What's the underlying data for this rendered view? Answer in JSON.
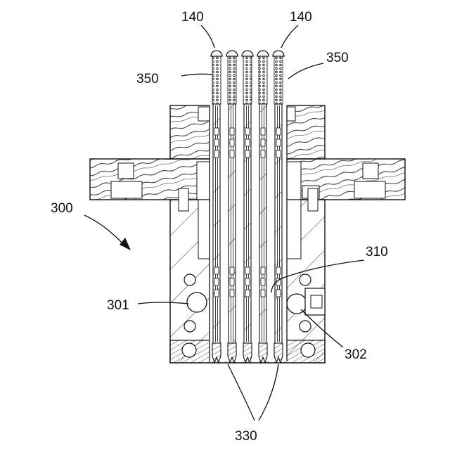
{
  "labels": {
    "l140_left": "140",
    "l140_right": "140",
    "l350_left": "350",
    "l350_right": "350",
    "l300": "300",
    "l310": "310",
    "l301": "301",
    "l302": "302",
    "l330": "330"
  },
  "colors": {
    "line": "#111111",
    "background": "#ffffff"
  }
}
